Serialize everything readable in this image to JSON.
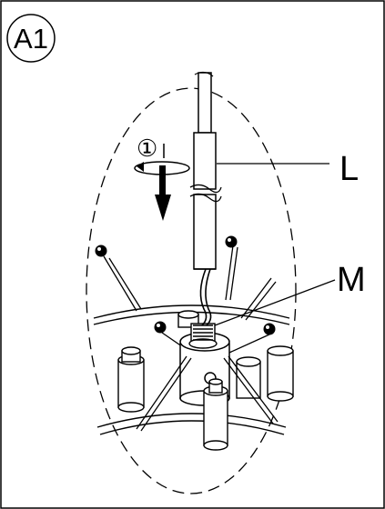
{
  "figure": {
    "step_badge": "A1",
    "rotation_step": "①",
    "labels": {
      "tube": "L",
      "nut": "M"
    }
  }
}
